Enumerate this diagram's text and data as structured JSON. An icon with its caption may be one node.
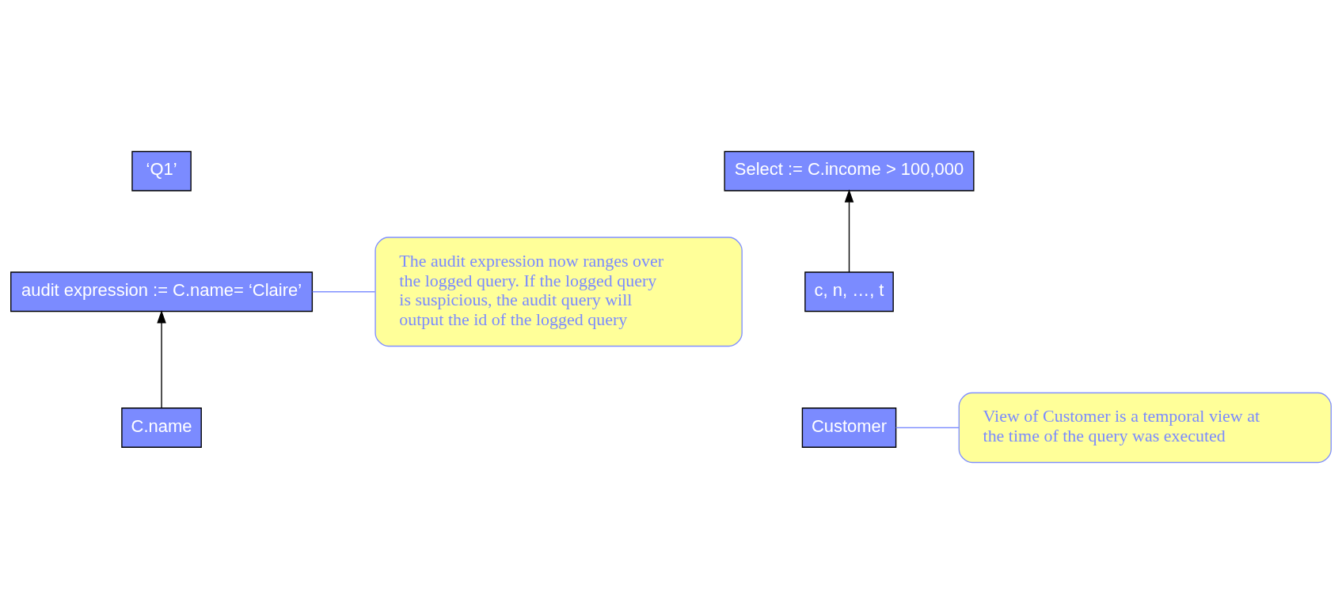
{
  "diagram": {
    "nodes": [
      {
        "text": [
          "‘Q1’"
        ]
      },
      {
        "text": [
          "audit expression := C.name= ‘Claire’"
        ]
      },
      {
        "text": [
          "C.name"
        ]
      },
      {
        "text": [
          "Select := C.income > 100,000"
        ]
      },
      {
        "text": [
          "c, n, …, t"
        ]
      },
      {
        "text": [
          "Customer"
        ]
      },
      {
        "text": [
          "The audit expression now ranges over the logged query. If the logged query is suspicious, the audit query will output the id of the logged query"
        ]
      },
      {
        "text": [
          "View of Customer is a temporal view at the time of the query was executed"
        ]
      }
    ],
    "edges": [
      {
        "from": 2,
        "to": 1,
        "arrow": "to"
      },
      {
        "from": 4,
        "to": 3,
        "arrow": "to"
      },
      {
        "from": 6,
        "to": 1,
        "arrow": "none",
        "color": "#8090ff"
      },
      {
        "from": 7,
        "to": 5,
        "arrow": "none",
        "color": "#8090ff"
      }
    ]
  }
}
